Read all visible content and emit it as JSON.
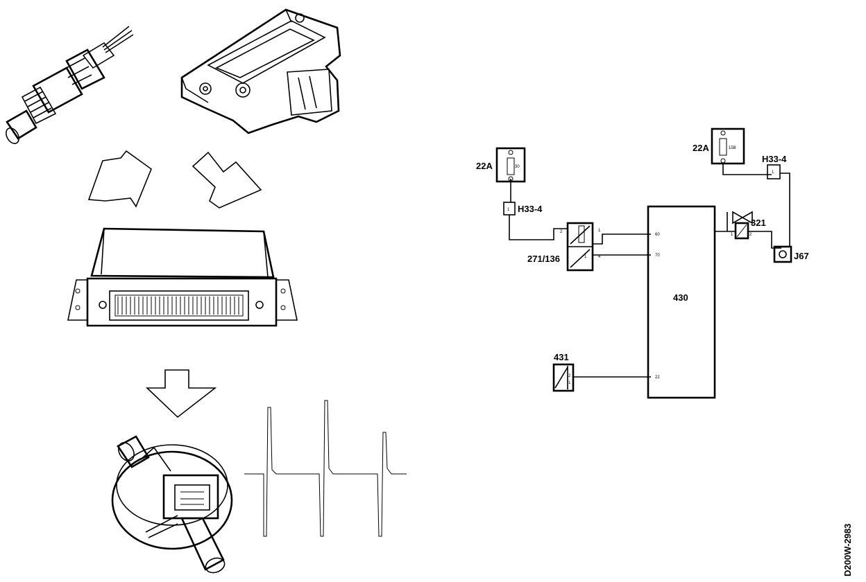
{
  "figure_code": "D200W-2983",
  "left_illustrations": {
    "oxygen_sensor": "lambda-sensor-illustration",
    "pressure_sensor": "map-sensor-illustration",
    "control_unit": "ecu-illustration",
    "purge_valve": "evap-valve-illustration",
    "pulse_signal": "pulse-waveform"
  },
  "schematic": {
    "fuse_left": {
      "label": "22A",
      "value": "30"
    },
    "fuse_right": {
      "label": "22A",
      "value": "15B"
    },
    "connector_left": {
      "label": "H33-4",
      "pin": "1"
    },
    "connector_right": {
      "label": "H33-4",
      "pin": "1"
    },
    "sensor_271": {
      "label": "271/136",
      "pins": [
        "2",
        "1",
        "1",
        "4"
      ]
    },
    "ecu_430": {
      "label": "430",
      "pins": [
        "60",
        "70",
        "22"
      ]
    },
    "valve_321": {
      "label": "321",
      "pins": [
        "1",
        "2"
      ]
    },
    "ground_j67": {
      "label": "J67"
    },
    "sensor_431": {
      "label": "431",
      "pins": [
        "2",
        "1"
      ]
    }
  }
}
